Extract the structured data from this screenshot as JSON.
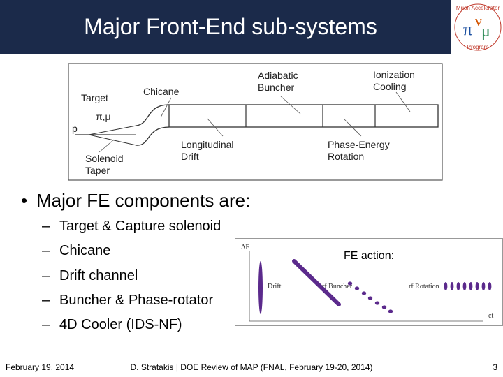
{
  "slide": {
    "title": "Major Front-End sub-systems",
    "bullet_main": "Major FE components are:",
    "bullet_marker": "•",
    "sub_marker": "–",
    "sub_items": [
      "Target & Capture solenoid",
      "Chicane",
      "Drift channel",
      "Buncher & Phase-rotator",
      "4D Cooler (IDS-NF)"
    ]
  },
  "logo": {
    "ring_text": "Muon Accelerator Program",
    "line_top": "Muon Accelerator",
    "line_bottom": "Program",
    "symbol_pi": "π",
    "symbol_nu": "ν",
    "symbol_mu": "μ"
  },
  "diagram": {
    "labels": {
      "target": "Target",
      "chicane": "Chicane",
      "adiabatic_1": "Adiabatic",
      "adiabatic_2": "Buncher",
      "ionization_1": "Ionization",
      "ionization_2": "Cooling",
      "pi_mu": "π,μ",
      "p": "p",
      "solenoid_1": "Solenoid",
      "solenoid_2": "Taper",
      "longitudinal_1": "Longitudinal",
      "longitudinal_2": "Drift",
      "phase_1": "Phase-Energy",
      "phase_2": "Rotation"
    },
    "colors": {
      "line": "#333333",
      "border": "#555555"
    }
  },
  "fe_action": {
    "title": "FE action:",
    "axis_y": "ΔE",
    "axis_x": "ct",
    "drift_label": "Drift",
    "buncher_label": "rf Buncher",
    "rotation_label": "rf Rotation",
    "color": "#5b2a8c"
  },
  "footer": {
    "date": "February 19, 2014",
    "center": "D. Stratakis | DOE Review of MAP (FNAL, February 19-20, 2014)",
    "page": "3"
  }
}
